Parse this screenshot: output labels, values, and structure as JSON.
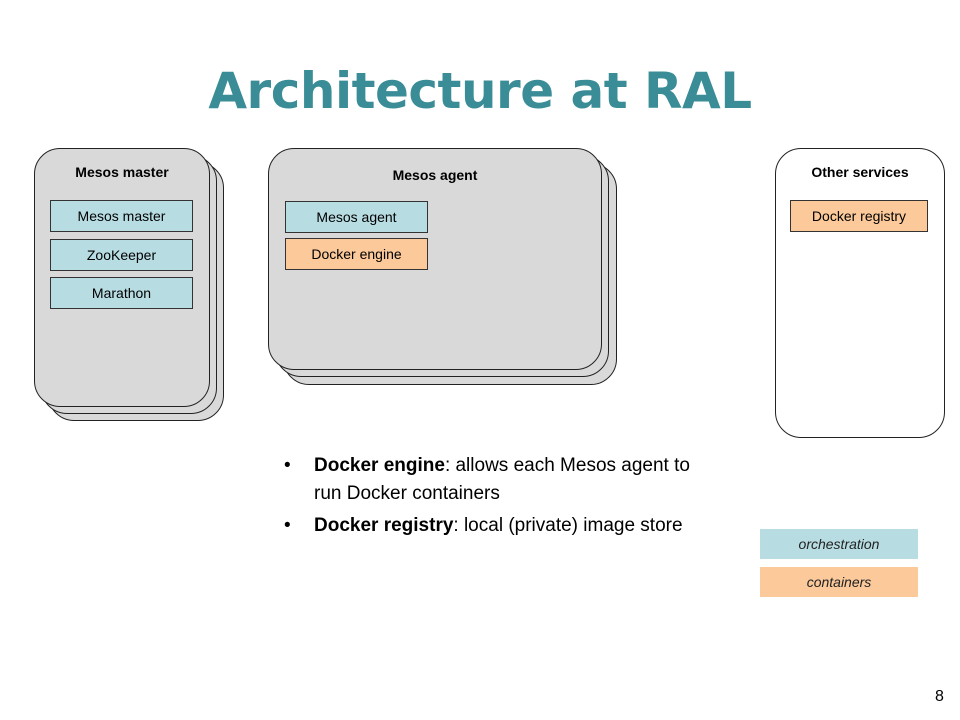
{
  "slide": {
    "title": "Architecture at RAL",
    "page_number": "8"
  },
  "groups": {
    "mesos_master": {
      "title": "Mesos master",
      "components": [
        "Mesos master",
        "ZooKeeper",
        "Marathon"
      ]
    },
    "mesos_agent": {
      "title": "Mesos agent",
      "components": [
        "Mesos agent",
        "Docker engine"
      ]
    },
    "other_services": {
      "title": "Other services",
      "components": [
        "Docker registry"
      ]
    }
  },
  "bullets": [
    {
      "term": "Docker engine",
      "text": ": allows each Mesos agent to run Docker containers"
    },
    {
      "term": "Docker registry",
      "text": ": local (private) image store"
    }
  ],
  "legend": {
    "orchestration": "orchestration",
    "containers": "containers"
  },
  "colors": {
    "title": "#3a8c96",
    "orchestration": "#b7dde3",
    "containers": "#fbc99a",
    "group_fill": "#d9d9d9"
  }
}
